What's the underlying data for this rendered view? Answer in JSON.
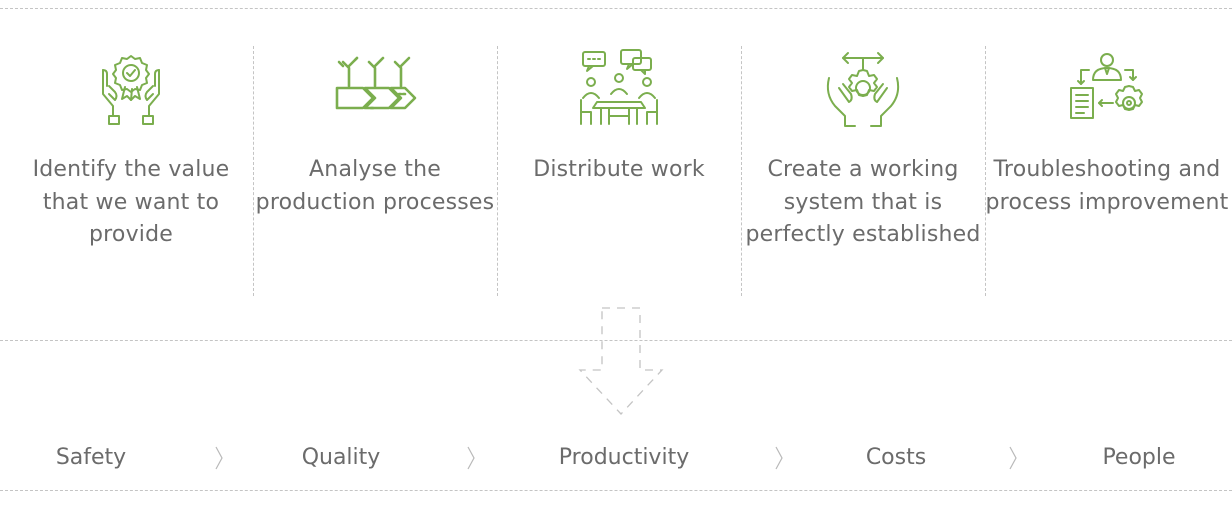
{
  "steps": [
    {
      "label": "Identify the value that we want to provide",
      "icon": "hands-award-icon"
    },
    {
      "label": "Analyse the production processes",
      "icon": "process-chevrons-checkmarks-icon"
    },
    {
      "label": "Distribute work",
      "icon": "team-meeting-chat-icon"
    },
    {
      "label": "Create a working system that is perfectly established",
      "icon": "hands-gear-arrows-icon"
    },
    {
      "label": "Troubleshooting and process improvement",
      "icon": "manager-document-gear-icon"
    }
  ],
  "results": [
    "Safety",
    "Quality",
    "Productivity",
    "Costs",
    "People"
  ],
  "colors": {
    "icon": "#7bae4e",
    "text": "#6b6b6b",
    "dashed_lines": "#c4c4c4"
  }
}
